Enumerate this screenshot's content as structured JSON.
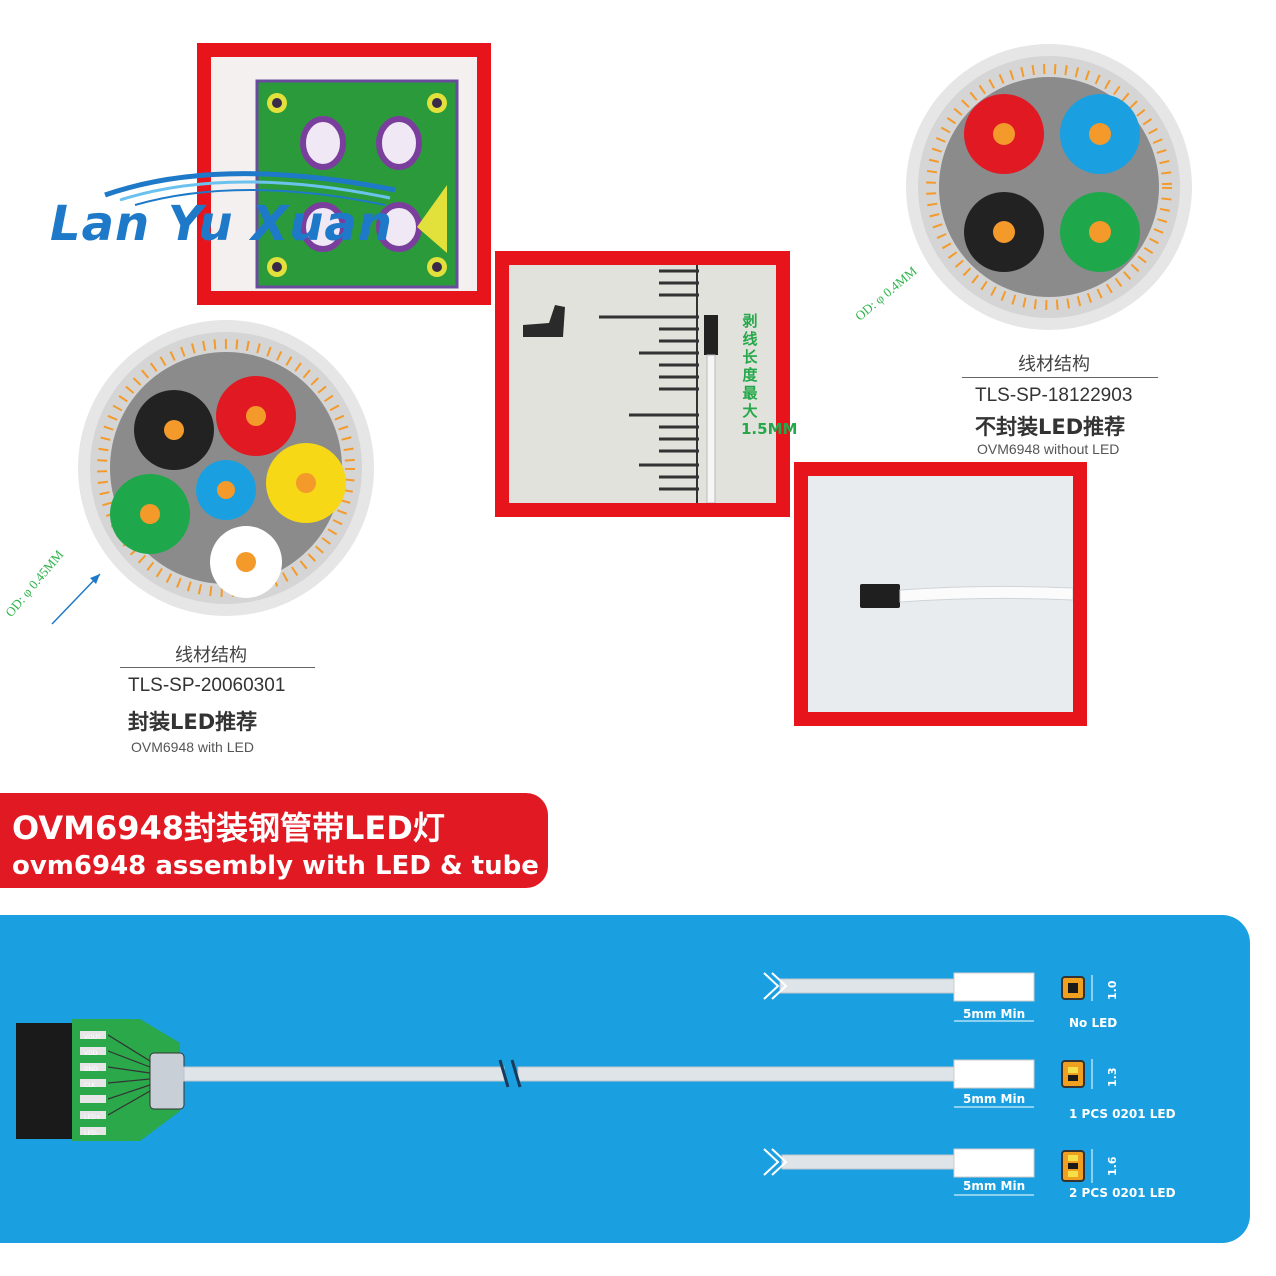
{
  "logo": {
    "text": "Lan Yu Xuan"
  },
  "cable_left": {
    "od_label": "OD: φ 0.45MM",
    "title_cn": "线材结构",
    "code": "TLS-SP-20060301",
    "recommend_cn": "封装LED推荐",
    "recommend_en": "OVM6948 with LED"
  },
  "cable_right": {
    "od_label": "OD: φ 0.4MM",
    "title_cn": "线材结构",
    "code": "TLS-SP-18122903",
    "recommend_cn": "不封装LED推荐",
    "recommend_en": "OVM6948 without LED"
  },
  "ruler_photo": {
    "vertical_text": "剥线长度最大1.5MM"
  },
  "banner": {
    "title_cn": "OVM6948封装钢管带LED灯",
    "title_en": "ovm6948 assembly with LED & tube"
  },
  "diagram": {
    "pins": [
      "VOUT",
      "VDD",
      "GND",
      "CLK",
      "LED+",
      "LED-"
    ],
    "variants": [
      {
        "min_label": "5mm Min",
        "led_label": "No LED",
        "dim": "1.0"
      },
      {
        "min_label": "5mm Min",
        "led_label": "1 PCS 0201 LED",
        "dim": "1.3"
      },
      {
        "min_label": "5mm Min",
        "led_label": "2 PCS 0201 LED",
        "dim": "1.6"
      }
    ]
  },
  "colors": {
    "accent_red": "#e11923",
    "panel_blue": "#1aa0e0",
    "label_green": "#2fb34a"
  }
}
